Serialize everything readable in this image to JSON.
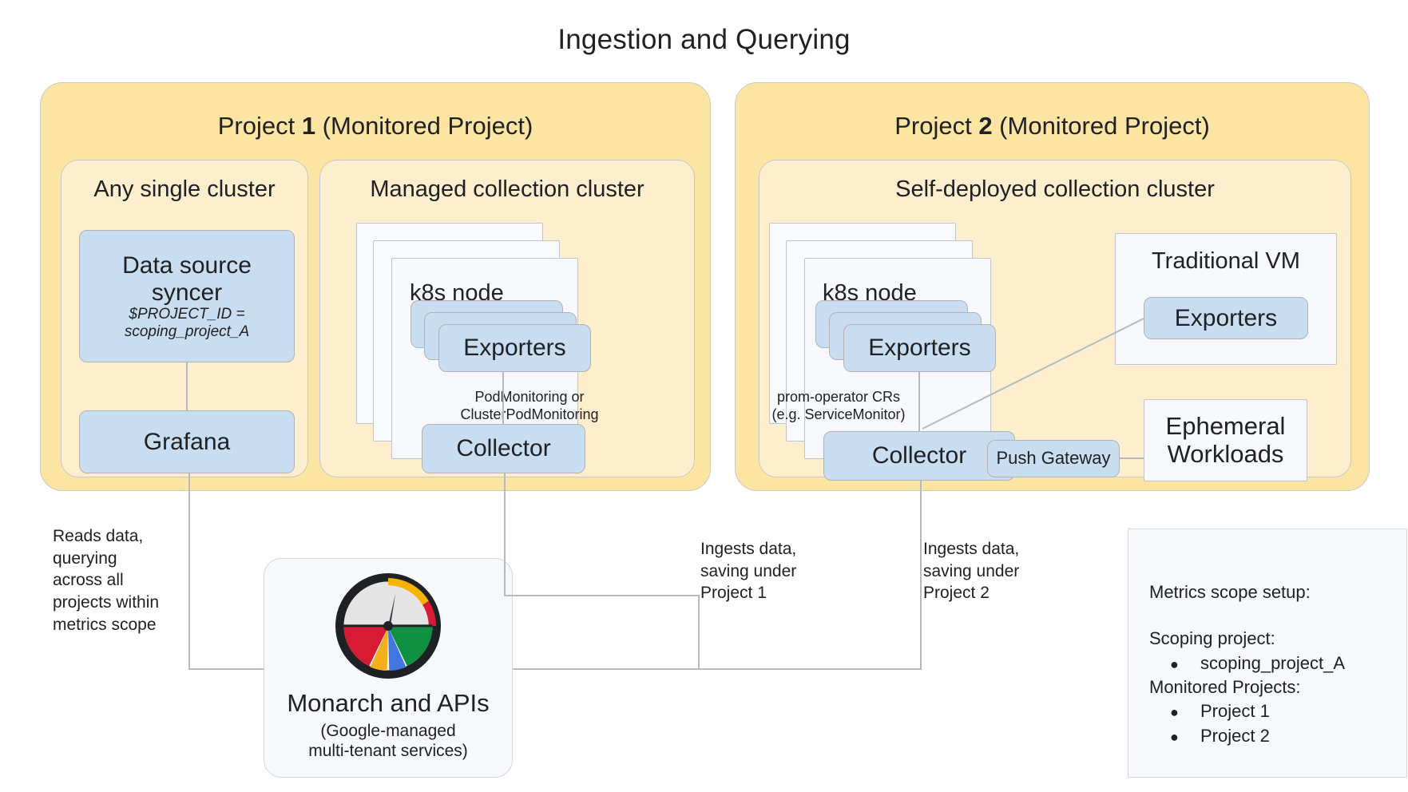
{
  "title": "Ingestion and Querying",
  "projects": [
    {
      "label_prefix": "Project ",
      "label_number": "1",
      "label_suffix": " (Monitored Project)",
      "full_label": "Project 1 (Monitored Project)"
    },
    {
      "label_prefix": "Project ",
      "label_number": "2",
      "label_suffix": " (Monitored Project)",
      "full_label": "Project 2 (Monitored Project)"
    }
  ],
  "clusters": {
    "any_single": "Any single cluster",
    "managed": "Managed collection cluster",
    "self_deployed": "Self-deployed collection cluster"
  },
  "components": {
    "data_source_syncer": {
      "title_line1": "Data source",
      "title_line2": "syncer",
      "sub_line1": "$PROJECT_ID =",
      "sub_line2": "scoping_project_A"
    },
    "grafana": "Grafana",
    "k8s_node": "k8s node",
    "exporters": "Exporters",
    "collector": "Collector",
    "push_gateway": "Push Gateway",
    "traditional_vm": "Traditional VM",
    "ephemeral_workloads_line1": "Ephemeral",
    "ephemeral_workloads_line2": "Workloads"
  },
  "edge_labels": {
    "pod_monitoring": "PodMonitoring or\nClusterPodMonitoring",
    "prom_operator": "prom-operator CRs\n(e.g. ServiceMonitor)",
    "reads_data": "Reads data,\nquerying\nacross all\nprojects within\nmetrics scope",
    "ingests_project1": "Ingests data,\nsaving under\nProject 1",
    "ingests_project2": "Ingests data,\nsaving under\nProject 2"
  },
  "monarch": {
    "title": "Monarch and APIs",
    "subtitle": "(Google-managed\nmulti-tenant services)",
    "logo_colors": {
      "ring": "#202124",
      "gauge_face": "#e4e4e4",
      "arc_yellow": "#f5b400",
      "arc_red": "#d81b34",
      "petal_red": "#d81b34",
      "petal_yellow": "#f2b01e",
      "petal_blue": "#3f76e0",
      "petal_green": "#0f9141",
      "needle": "#3c4043"
    }
  },
  "legend": {
    "heading": "Metrics scope setup:",
    "scoping_label": "Scoping project:",
    "scoping_items": [
      "scoping_project_A"
    ],
    "monitored_label": "Monitored Projects:",
    "monitored_items": [
      "Project 1",
      "Project 2"
    ],
    "bullet_glyph": "●"
  },
  "palette": {
    "project_fill": "#fce5a2",
    "cluster_fill": "#fdeecd",
    "component_fill": "#c9ddf0",
    "node_fill": "#f6f8fc",
    "connector": "#b6b9be",
    "text": "#202124"
  }
}
